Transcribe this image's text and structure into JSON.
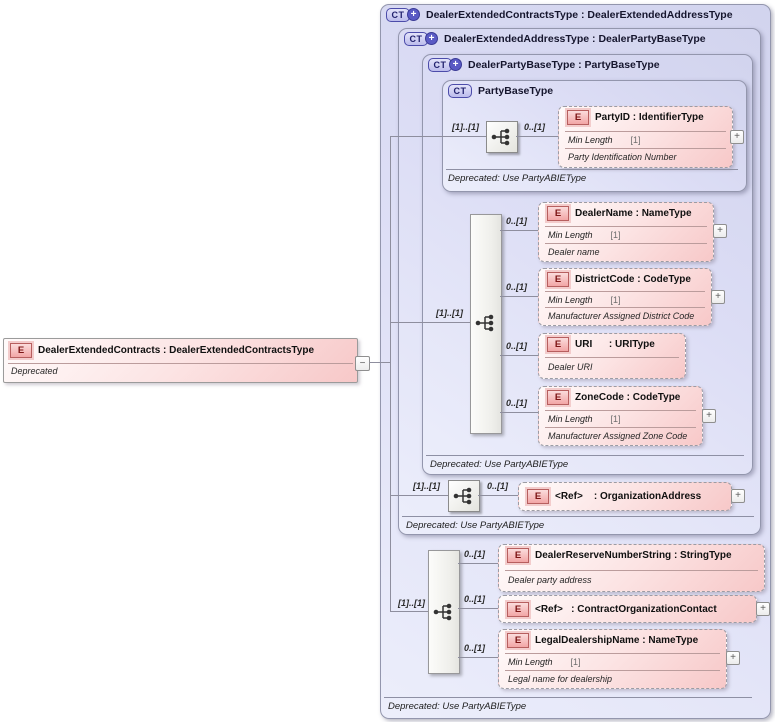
{
  "icons": {
    "expand": "+",
    "collapse": "−"
  },
  "cardinalities": {
    "required": "[1]..[1]",
    "optional": "0..[1]"
  },
  "root_element": {
    "badge": "E",
    "title": "DealerExtendedContracts : DealerExtendedContractsType",
    "annotation": "Deprecated"
  },
  "type_boxes": {
    "contracts": {
      "badge": "CT",
      "title": "DealerExtendedContractsType : DealerExtendedAddressType",
      "note": "Deprecated: Use PartyABIEType"
    },
    "address": {
      "badge": "CT",
      "title": "DealerExtendedAddressType : DealerPartyBaseType",
      "note": "Deprecated: Use PartyABIEType"
    },
    "dealer_party_base": {
      "badge": "CT",
      "title": "DealerPartyBaseType : PartyBaseType",
      "note": "Deprecated: Use PartyABIEType"
    },
    "party_base": {
      "badge": "CT",
      "title": "PartyBaseType",
      "note": "Deprecated: Use PartyABIEType"
    }
  },
  "elements": {
    "party_id": {
      "badge": "E",
      "title": "PartyID : IdentifierType",
      "facet_label": "Min Length",
      "facet_value": "[1]",
      "annotation": "Party Identification Number"
    },
    "dealer_name": {
      "badge": "E",
      "title": "DealerName : NameType",
      "facet_label": "Min Length",
      "facet_value": "[1]",
      "annotation": "Dealer name"
    },
    "district_code": {
      "badge": "E",
      "title": "DistrictCode : CodeType",
      "facet_label": "Min Length",
      "facet_value": "[1]",
      "annotation": "Manufacturer Assigned District Code"
    },
    "uri": {
      "badge": "E",
      "title": "URI      : URIType",
      "annotation": "Dealer URI"
    },
    "zone_code": {
      "badge": "E",
      "title": "ZoneCode : CodeType",
      "facet_label": "Min Length",
      "facet_value": "[1]",
      "annotation": "Manufacturer Assigned Zone Code"
    },
    "organization_address_ref": {
      "badge": "E",
      "title": "<Ref>    : OrganizationAddress"
    },
    "dealer_reserve_number_string": {
      "badge": "E",
      "title": "DealerReserveNumberString : StringType",
      "annotation": "Dealer party address"
    },
    "contract_organization_contact_ref": {
      "badge": "E",
      "title": "<Ref>   : ContractOrganizationContact"
    },
    "legal_dealership_name": {
      "badge": "E",
      "title": "LegalDealershipName : NameType",
      "facet_label": "Min Length",
      "facet_value": "[1]",
      "annotation": "Legal name for dealership"
    }
  }
}
